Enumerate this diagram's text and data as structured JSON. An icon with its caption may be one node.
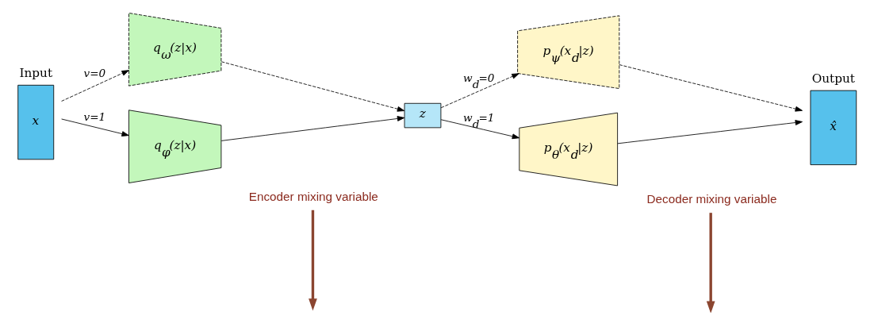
{
  "diagram": {
    "nodes": [
      {
        "text": [
          "Input",
          "x"
        ]
      },
      {
        "text": [
          "q$_{ω}$(z|x)"
        ]
      },
      {
        "text": [
          "q$_{φ}$(z|x)"
        ]
      },
      {
        "text": [
          "z"
        ]
      },
      {
        "text": [
          "p$_{ψ}$(x$_{d}$|z)"
        ]
      },
      {
        "text": [
          "p$_{θ}$(x$_{d}$|z)"
        ]
      },
      {
        "text": [
          "Output",
          "x̂"
        ]
      },
      {
        "text": [
          "Encoder mixing variable"
        ]
      },
      {
        "text": [
          "Decoder mixing variable"
        ]
      }
    ],
    "edges": [
      {
        "from": 0,
        "to": 1,
        "arrow": "to",
        "label": "v=0",
        "style": "dashed"
      },
      {
        "from": 0,
        "to": 2,
        "arrow": "to",
        "label": "v=1"
      },
      {
        "from": 1,
        "to": 3,
        "arrow": "to",
        "style": "dashed"
      },
      {
        "from": 2,
        "to": 3,
        "arrow": "to"
      },
      {
        "from": 3,
        "to": 4,
        "arrow": "to",
        "label": "w$_{d}$=0",
        "style": "dashed"
      },
      {
        "from": 3,
        "to": 5,
        "arrow": "to",
        "label": "w$_{d}$=1"
      },
      {
        "from": 4,
        "to": 6,
        "arrow": "to",
        "style": "dashed"
      },
      {
        "from": 5,
        "to": 6,
        "arrow": "to"
      },
      {
        "from": 7,
        "to": null,
        "arrow": "to",
        "style": "thick",
        "color": "#8b4530"
      },
      {
        "from": 8,
        "to": null,
        "arrow": "to",
        "style": "thick",
        "color": "#8b4530"
      }
    ]
  }
}
